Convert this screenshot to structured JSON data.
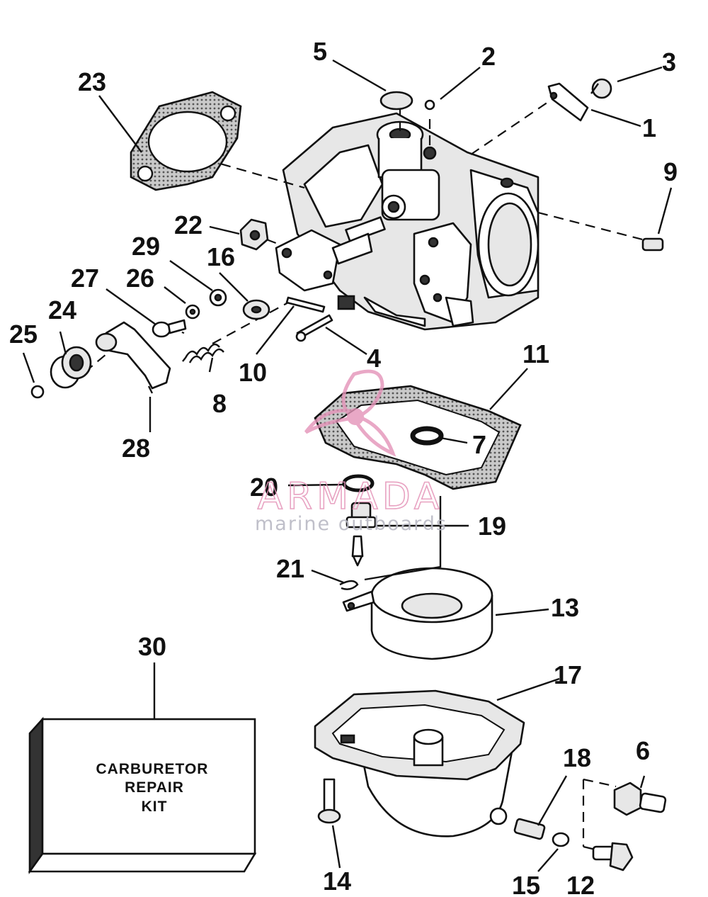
{
  "diagram": {
    "part_numbers": [
      "1",
      "2",
      "3",
      "4",
      "5",
      "6",
      "7",
      "8",
      "9",
      "10",
      "11",
      "12",
      "13",
      "14",
      "15",
      "16",
      "17",
      "18",
      "19",
      "20",
      "21",
      "22",
      "23",
      "24",
      "25",
      "26",
      "27",
      "28",
      "29",
      "30"
    ],
    "kit_label": [
      "CARBURETOR",
      "REPAIR",
      "KIT"
    ]
  },
  "watermark": {
    "brand": "ARMADA",
    "tagline": "marine outboards",
    "colors": {
      "logo": "#e493b8",
      "text": "#b9b9c4"
    }
  }
}
